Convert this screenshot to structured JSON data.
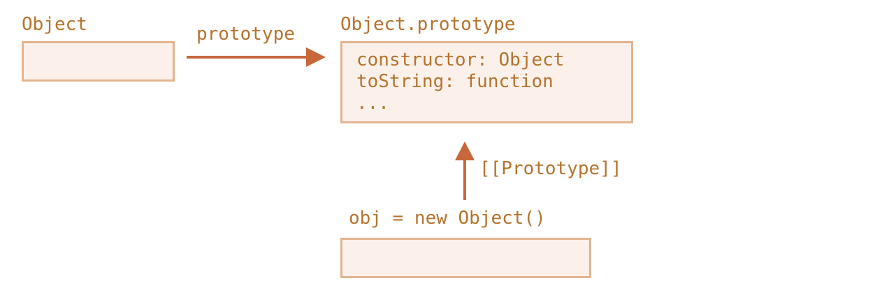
{
  "colors": {
    "text": "#b5732e",
    "box_fill": "#fcf1ea",
    "box_border": "#e2b48e",
    "arrow": "#c7673a"
  },
  "nodes": {
    "object": {
      "label": "Object"
    },
    "object_prototype": {
      "label": "Object.prototype",
      "lines": [
        "constructor: Object",
        "toString: function",
        "..."
      ]
    },
    "obj": {
      "label": "obj = new Object()"
    }
  },
  "edges": {
    "prototype": {
      "label": "prototype"
    },
    "proto_link": {
      "label": "[[Prototype]]"
    }
  }
}
